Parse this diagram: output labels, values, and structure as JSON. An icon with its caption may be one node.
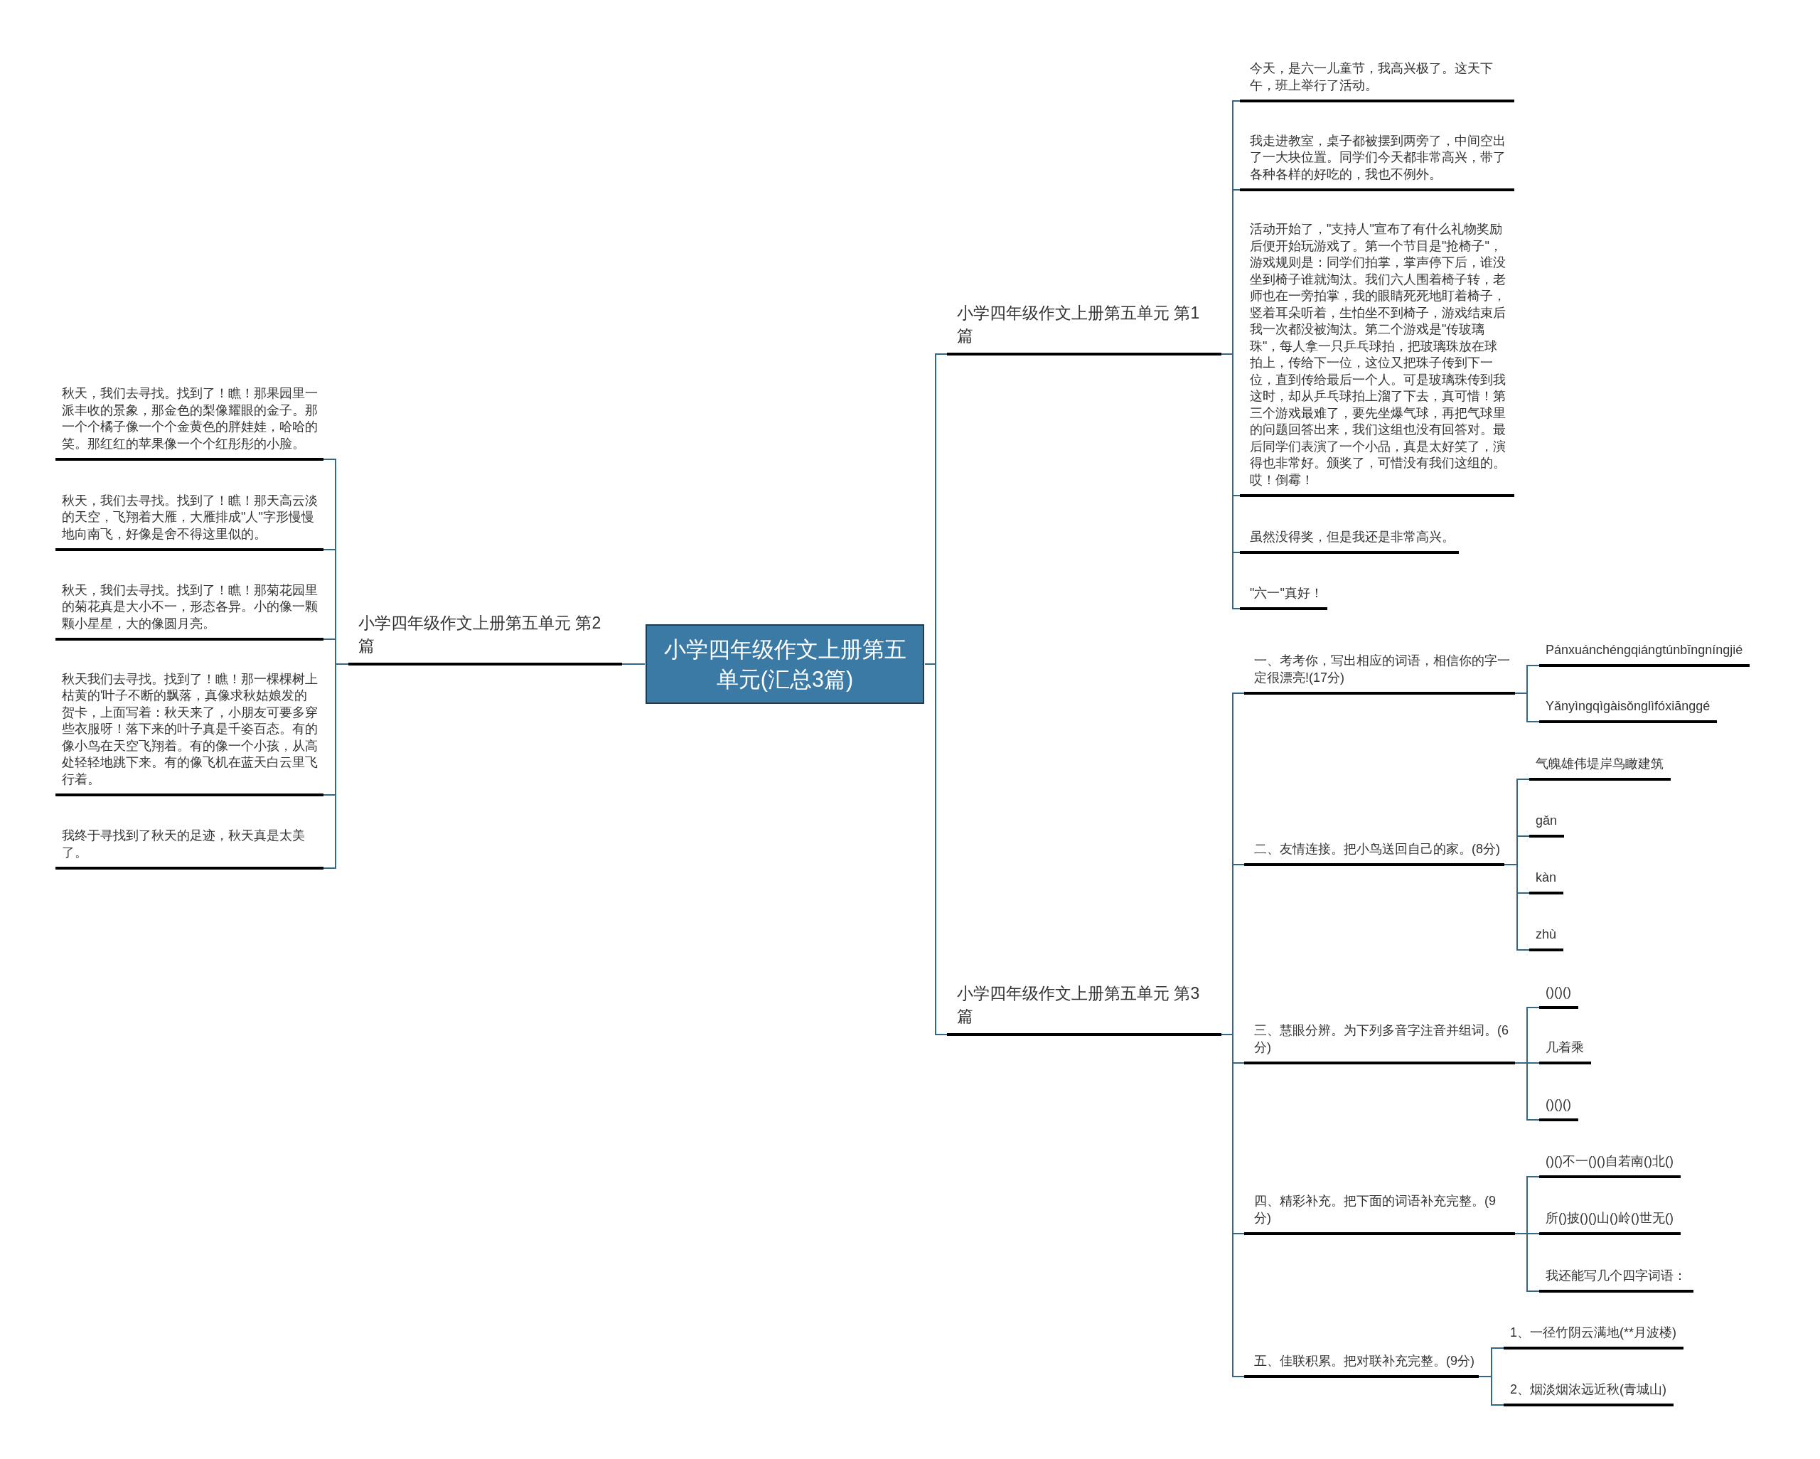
{
  "diagram": {
    "nodes": [
      {
        "text": [
          "小学四年级作文上册第五单元(汇总3篇)"
        ]
      },
      {
        "text": [
          "小学四年级作文上册第五单元 第1篇"
        ]
      },
      {
        "text": [
          "今天，是六一儿童节，我高兴极了。这天下午，班上举行了活动。"
        ]
      },
      {
        "text": [
          "我走进教室，桌子都被摆到两旁了，中间空出了一大块位置。同学们今天都非常高兴，带了各种各样的好吃的，我也不例外。"
        ]
      },
      {
        "text": [
          "活动开始了，\"支持人\"宣布了有什么礼物奖励后便开始玩游戏了。第一个节目是\"抢椅子\"，游戏规则是：同学们拍掌，掌声停下后，谁没坐到椅子谁就淘汰。我们六人围着椅子转，老师也在一旁拍掌，我的眼睛死死地盯着椅子，竖着耳朵听着，生怕坐不到椅子，游戏结束后我一次都没被淘汰。第二个游戏是\"传玻璃珠\"，每人拿一只乒乓球拍，把玻璃珠放在球拍上，传给下一位，这位又把珠子传到下一位，直到传给最后一个人。可是玻璃珠传到我这时，却从乒乓球拍上溜了下去，真可惜！第三个游戏最难了，要先坐爆气球，再把气球里的问题回答出来，我们这组也没有回答对。最后同学们表演了一个小品，真是太好笑了，演得也非常好。颁奖了，可惜没有我们这组的。哎！倒霉！"
        ]
      },
      {
        "text": [
          "虽然没得奖，但是我还是非常高兴。"
        ]
      },
      {
        "text": [
          "\"六一\"真好！"
        ]
      },
      {
        "text": [
          "小学四年级作文上册第五单元 第2篇"
        ]
      },
      {
        "text": [
          "秋天，我们去寻找。找到了！瞧！那果园里一派丰收的景象，那金色的梨像耀眼的金子。那一个个橘子像一个个金黄色的胖娃娃，哈哈的笑。那红红的苹果像一个个红彤彤的小脸。"
        ]
      },
      {
        "text": [
          "秋天，我们去寻找。找到了！瞧！那天高云淡的天空，飞翔着大雁，大雁排成\"人\"字形慢慢地向南飞，好像是舍不得这里似的。"
        ]
      },
      {
        "text": [
          "秋天，我们去寻找。找到了！瞧！那菊花园里的菊花真是大小不一，形态各异。小的像一颗颗小星星，大的像圆月亮。"
        ]
      },
      {
        "text": [
          "秋天我们去寻找。找到了！瞧！那一棵棵树上枯黄的'叶子不断的飘落，真像求秋姑娘发的贺卡，上面写着：秋天来了，小朋友可要多穿些衣服呀！落下来的叶子真是千姿百态。有的像小鸟在天空飞翔着。有的像一个小孩，从高处轻轻地跳下来。有的像飞机在蓝天白云里飞行着。"
        ]
      },
      {
        "text": [
          "我终于寻找到了秋天的足迹，秋天真是太美了。"
        ]
      },
      {
        "text": [
          "小学四年级作文上册第五单元 第3篇"
        ]
      },
      {
        "text": [
          "一、考考你，写出相应的词语，相信你的字一定很漂亮!(17分)"
        ]
      },
      {
        "text": [
          "Pánxuánchéngqiángtúnbīngníngjié"
        ]
      },
      {
        "text": [
          "Yǎnyìngqìgàisǒnglìfóxiānggé"
        ]
      },
      {
        "text": [
          "二、友情连接。把小鸟送回自己的家。(8分)"
        ]
      },
      {
        "text": [
          "气魄雄伟堤岸鸟瞰建筑"
        ]
      },
      {
        "text": [
          "gǎn"
        ]
      },
      {
        "text": [
          "kàn"
        ]
      },
      {
        "text": [
          "zhù"
        ]
      },
      {
        "text": [
          "三、慧眼分辨。为下列多音字注音并组词。(6分)"
        ]
      },
      {
        "text": [
          "()()()"
        ]
      },
      {
        "text": [
          "几着乘"
        ]
      },
      {
        "text": [
          "()()()"
        ]
      },
      {
        "text": [
          "四、精彩补充。把下面的词语补充完整。(9分)"
        ]
      },
      {
        "text": [
          "()()不一()()自若南()北()"
        ]
      },
      {
        "text": [
          "所()披()()山()岭()世无()"
        ]
      },
      {
        "text": [
          "我还能写几个四字词语："
        ]
      },
      {
        "text": [
          "五、佳联积累。把对联补充完整。(9分)"
        ]
      },
      {
        "text": [
          "1、一径竹阴云满地(**月波楼)"
        ]
      },
      {
        "text": [
          "2、烟淡烟浓远近秋(青城山)"
        ]
      }
    ],
    "edges": [
      {
        "from": 0,
        "to": 1,
        "arrow": "none"
      },
      {
        "from": 0,
        "to": 7,
        "arrow": "none"
      },
      {
        "from": 0,
        "to": 13,
        "arrow": "none"
      },
      {
        "from": 1,
        "to": 2,
        "arrow": "none"
      },
      {
        "from": 1,
        "to": 3,
        "arrow": "none"
      },
      {
        "from": 1,
        "to": 4,
        "arrow": "none"
      },
      {
        "from": 1,
        "to": 5,
        "arrow": "none"
      },
      {
        "from": 1,
        "to": 6,
        "arrow": "none"
      },
      {
        "from": 7,
        "to": 8,
        "arrow": "none"
      },
      {
        "from": 7,
        "to": 9,
        "arrow": "none"
      },
      {
        "from": 7,
        "to": 10,
        "arrow": "none"
      },
      {
        "from": 7,
        "to": 11,
        "arrow": "none"
      },
      {
        "from": 7,
        "to": 12,
        "arrow": "none"
      },
      {
        "from": 13,
        "to": 14,
        "arrow": "none"
      },
      {
        "from": 13,
        "to": 17,
        "arrow": "none"
      },
      {
        "from": 13,
        "to": 22,
        "arrow": "none"
      },
      {
        "from": 13,
        "to": 26,
        "arrow": "none"
      },
      {
        "from": 13,
        "to": 30,
        "arrow": "none"
      },
      {
        "from": 14,
        "to": 15,
        "arrow": "none"
      },
      {
        "from": 14,
        "to": 16,
        "arrow": "none"
      },
      {
        "from": 17,
        "to": 18,
        "arrow": "none"
      },
      {
        "from": 17,
        "to": 19,
        "arrow": "none"
      },
      {
        "from": 17,
        "to": 20,
        "arrow": "none"
      },
      {
        "from": 17,
        "to": 21,
        "arrow": "none"
      },
      {
        "from": 22,
        "to": 23,
        "arrow": "none"
      },
      {
        "from": 22,
        "to": 24,
        "arrow": "none"
      },
      {
        "from": 22,
        "to": 25,
        "arrow": "none"
      },
      {
        "from": 26,
        "to": 27,
        "arrow": "none"
      },
      {
        "from": 26,
        "to": 28,
        "arrow": "none"
      },
      {
        "from": 26,
        "to": 29,
        "arrow": "none"
      },
      {
        "from": 30,
        "to": 31,
        "arrow": "none"
      },
      {
        "from": 30,
        "to": 32,
        "arrow": "none"
      }
    ]
  }
}
